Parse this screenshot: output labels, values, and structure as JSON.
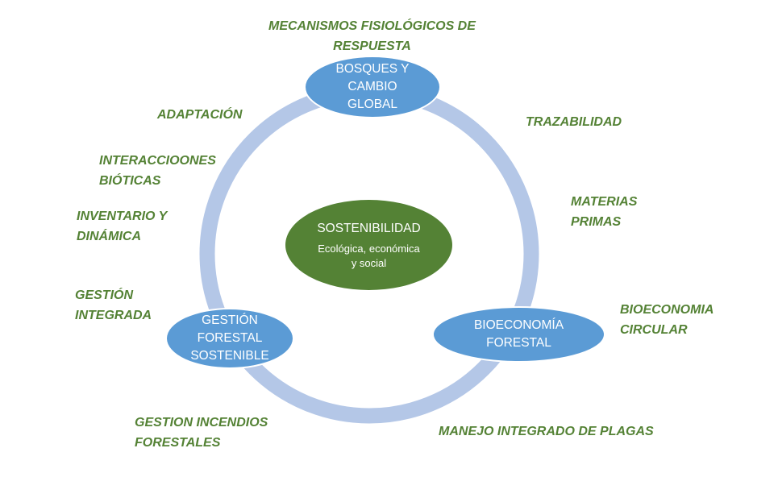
{
  "nodes": {
    "top": {
      "title_lines": [
        "BOSQUES Y",
        "CAMBIO",
        "GLOBAL"
      ],
      "color": "#5b9bd5"
    },
    "center": {
      "title": "SOSTENIBILIDAD",
      "subtitle_lines": [
        "Ecológica, económica",
        "y social"
      ],
      "color": "#548235"
    },
    "bottom_left": {
      "title_lines": [
        "GESTIÓN",
        "FORESTAL",
        "SOSTENIBLE"
      ],
      "color": "#5b9bd5"
    },
    "bottom_right": {
      "title_lines": [
        "BIOECONOMÍA",
        "FORESTAL"
      ],
      "color": "#5b9bd5"
    }
  },
  "ring_color": "#b4c7e7",
  "topic_color": "#548235",
  "topics": {
    "mecanismos": [
      "MECANISMOS FISIOLÓGICOS DE",
      "RESPUESTA"
    ],
    "adaptacion": [
      "ADAPTACIÓN"
    ],
    "trazabilidad": [
      "TRAZABILIDAD"
    ],
    "interacciones": [
      "INTERACCIOONES",
      "BIÓTICAS"
    ],
    "materias": [
      "MATERIAS",
      "PRIMAS"
    ],
    "inventario": [
      "INVENTARIO Y",
      "DINÁMICA"
    ],
    "gestion_integrada": [
      "GESTIÓN",
      "INTEGRADA"
    ],
    "bioeconomia_circular": [
      "BIOECONOMIA",
      "CIRCULAR"
    ],
    "incendios": [
      "GESTION INCENDIOS",
      "FORESTALES"
    ],
    "plagas": [
      "MANEJO INTEGRADO DE PLAGAS"
    ]
  }
}
